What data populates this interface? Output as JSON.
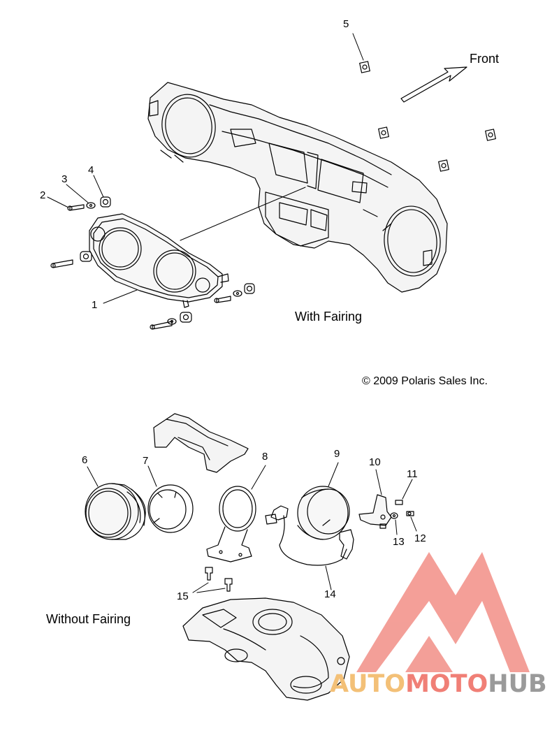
{
  "captions": {
    "with_fairing": "With Fairing",
    "without_fairing": "Without Fairing",
    "front": "Front",
    "copyright": "© 2009 Polaris Sales Inc."
  },
  "callouts": [
    "1",
    "2",
    "3",
    "4",
    "5",
    "6",
    "7",
    "8",
    "9",
    "10",
    "11",
    "12",
    "13",
    "14",
    "15"
  ],
  "watermark": {
    "part1": "AUTO",
    "part2": "MOTO",
    "part3": "HUB",
    "colors": {
      "part1": "#f3c077",
      "part2": "#f07f76",
      "part3": "#9a9a9a",
      "logo": "#f07f76"
    }
  }
}
